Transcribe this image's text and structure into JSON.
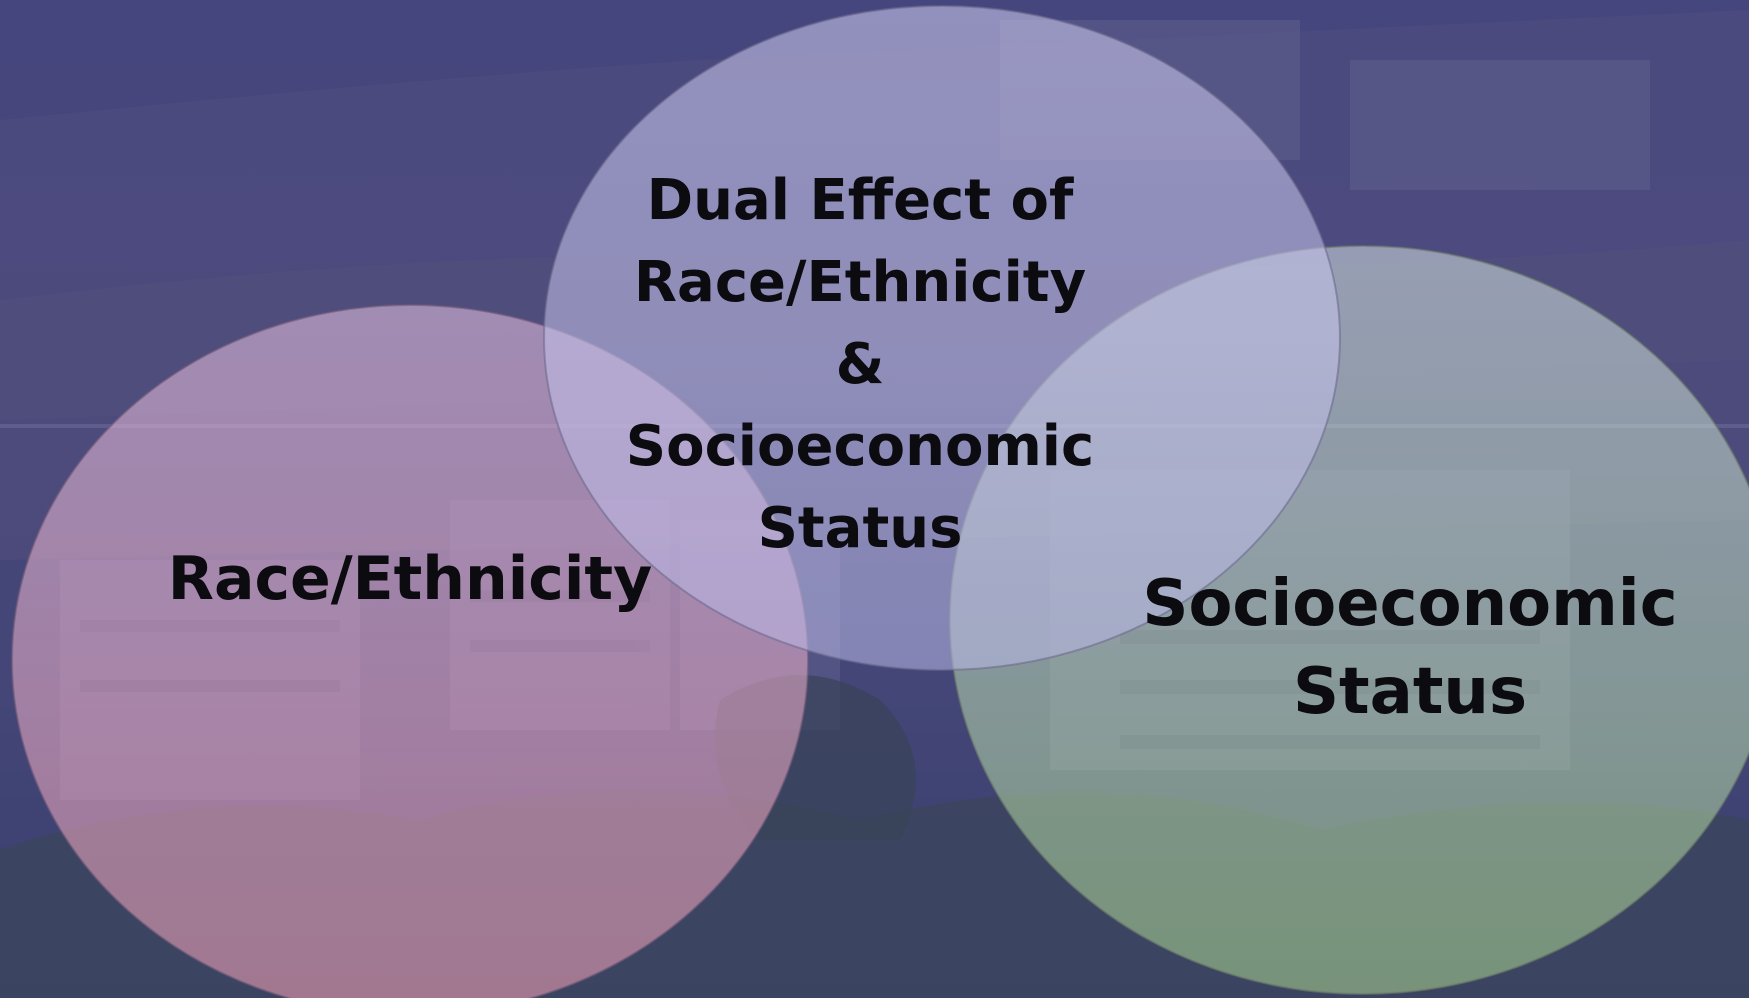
{
  "diagram": {
    "type": "venn",
    "circles": [
      {
        "id": "center",
        "lines": [
          "Dual Effect of",
          "Race/Ethnicity",
          "&",
          "Socioeconomic",
          "Status"
        ],
        "color": "#c9c6ea"
      },
      {
        "id": "left",
        "lines": [
          "Race/Ethnicity"
        ],
        "color": "#e7a7c4"
      },
      {
        "id": "right",
        "lines": [
          "Socioeconomic",
          "Status"
        ],
        "color": "#bcdcae"
      }
    ]
  },
  "colors": {
    "background_overlay": "#3f407d",
    "sky": "#4c4b84",
    "hill": "#5b5a7f",
    "trees": "#3e5442"
  }
}
